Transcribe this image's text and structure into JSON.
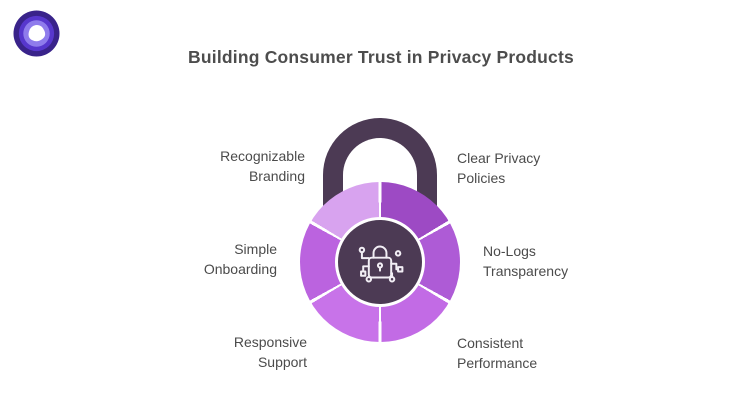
{
  "title": "Building Consumer Trust in Privacy Products",
  "logo": {
    "rings": [
      "#39238a",
      "#5737cd",
      "#8f7cec"
    ],
    "blob": "#ffffff"
  },
  "diagram": {
    "center_icon": "circuit-lock-icon",
    "colors": {
      "shackle": "#4c3a54",
      "hub": "#4c3a54",
      "divider": "#ffffff",
      "icon_stroke": "#f2eef5"
    },
    "segments": [
      {
        "position": "top-right",
        "color": "#9d4ac4",
        "label_line1": "Clear Privacy",
        "label_line2": "Policies"
      },
      {
        "position": "right",
        "color": "#ae5bd6",
        "label_line1": "No-Logs",
        "label_line2": "Transparency"
      },
      {
        "position": "bottom-right",
        "color": "#c26be5",
        "label_line1": "Consistent",
        "label_line2": "Performance"
      },
      {
        "position": "bottom-left",
        "color": "#c873e9",
        "label_line1": "Responsive",
        "label_line2": "Support"
      },
      {
        "position": "left",
        "color": "#bb63df",
        "label_line1": "Simple",
        "label_line2": "Onboarding"
      },
      {
        "position": "top-left",
        "color": "#d8a3ef",
        "label_line1": "Recognizable",
        "label_line2": "Branding"
      }
    ]
  }
}
